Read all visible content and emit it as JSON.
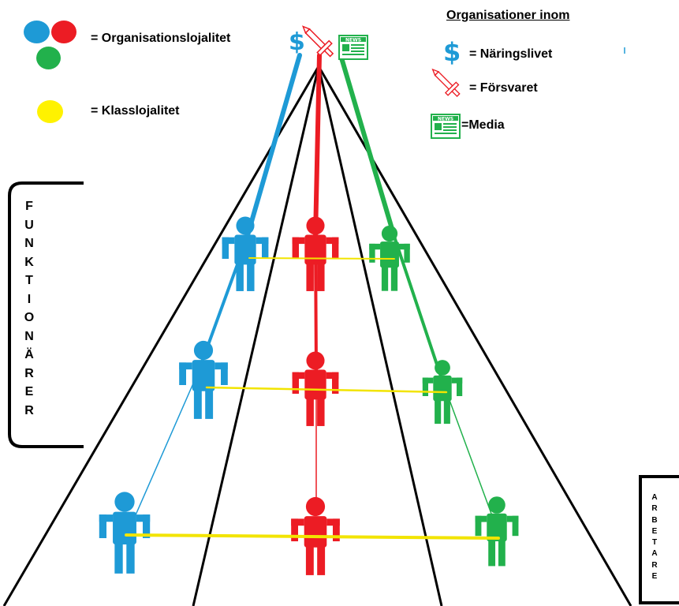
{
  "legend_left": {
    "org_loyalty": "= Organisationslojalitet",
    "class_loyalty": "= Klasslojalitet",
    "colors": {
      "blue": "#1e9ad6",
      "red": "#ec1c24",
      "green": "#22b14c",
      "yellow": "#fff200"
    }
  },
  "legend_right": {
    "title": "Organisationer inom",
    "business": "= Näringslivet",
    "defense": "= Försvaret",
    "media": "=Media",
    "dollar_symbol": "$",
    "news_label": "NEWS"
  },
  "side_labels": {
    "officials": [
      "F",
      "U",
      "N",
      "K",
      "T",
      "I",
      "O",
      "N",
      "Ä",
      "R",
      "E",
      "R"
    ],
    "workers": [
      "A",
      "R",
      "B",
      "E",
      "T",
      "A",
      "R",
      "E"
    ]
  },
  "icons": {
    "business": "dollar-icon",
    "defense": "sword-icon",
    "media": "newspaper-icon",
    "person": "person-icon"
  }
}
